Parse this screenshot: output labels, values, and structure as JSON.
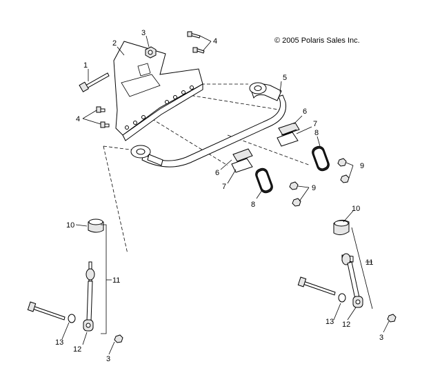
{
  "copyright": "© 2005 Polaris Sales Inc.",
  "callouts": {
    "c1": "1",
    "c2": "2",
    "c3a": "3",
    "c3b": "3",
    "c3c": "3",
    "c4a": "4",
    "c4b": "4",
    "c5": "5",
    "c6a": "6",
    "c6b": "6",
    "c7a": "7",
    "c7b": "7",
    "c8a": "8",
    "c8b": "8",
    "c9a": "9",
    "c9b": "9",
    "c10a": "10",
    "c10b": "10",
    "c11a": "11",
    "c11b": "11",
    "c12a": "12",
    "c12b": "12",
    "c13a": "13",
    "c13b": "13"
  }
}
